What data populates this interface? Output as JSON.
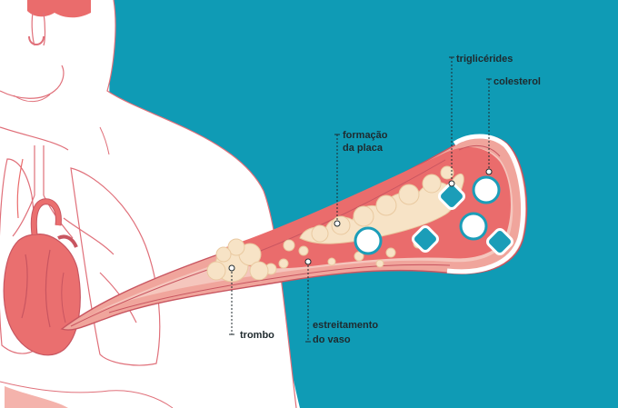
{
  "labels": {
    "trombo": "trombo",
    "formacao_line1": "formação",
    "formacao_line2": "da placa",
    "estreitamento_line1": "estreitamento",
    "estreitamento_line2": "do vaso",
    "trigliceridos": "triglicérides",
    "colesterol": "colesterol"
  },
  "colors": {
    "background_teal": "#0f9bb5",
    "body_white": "#ffffff",
    "outline_pink": "#e0707a",
    "vessel_wall": "#f0a59c",
    "vessel_lumen": "#ea6c6c",
    "plaque_cream": "#f7e3c6",
    "triglyceride_teal": "#1b9db8",
    "cholesterol_white": "#ffffff",
    "heart_red": "#ea6f6f",
    "label_text": "#1f2a2e"
  },
  "icons": [
    "heart",
    "lungs",
    "blood-vessel",
    "plaque",
    "cholesterol-particle",
    "triglyceride-particle",
    "thrombus"
  ]
}
